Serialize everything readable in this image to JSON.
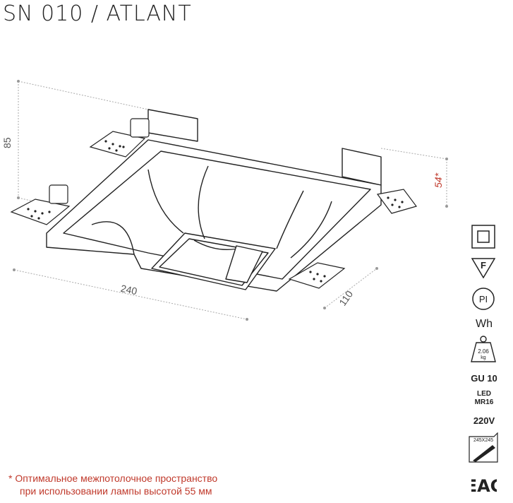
{
  "title": "SN 010 / ATLANT",
  "dimensions": {
    "height": "85",
    "min_cavity": "54*",
    "length": "240",
    "width": "110"
  },
  "specs": {
    "class_icon": "square-in-square-icon",
    "flammability": "F",
    "ingress": "PI",
    "color": "Wh",
    "weight": "2.06",
    "weight_unit": "kg",
    "socket": "GU 10",
    "lamp_line1": "LED",
    "lamp_line2": "MR16",
    "voltage": "220V",
    "cutout": "245X245",
    "cert": "EAC"
  },
  "note": {
    "line1": "* Оптимальное межпотолочное пространство",
    "line2": "при использовании лампы высотой 55 мм"
  },
  "colors": {
    "accent": "#c0392b",
    "line": "#222222",
    "dimline": "#999999"
  }
}
